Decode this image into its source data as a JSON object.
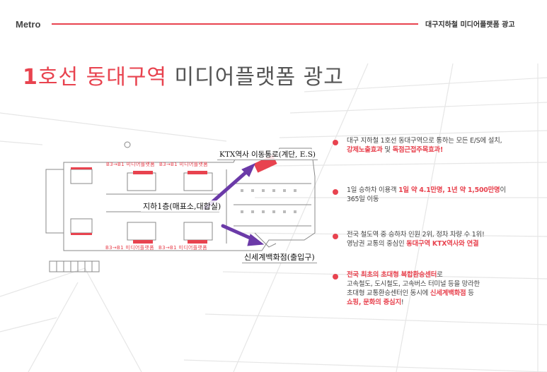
{
  "header": {
    "brand": "Metro",
    "category": "대구지하철 미디어플랫폼 광고"
  },
  "title": {
    "number": "1",
    "line_station": "호선 동대구역",
    "rest": " 미디어플랫폼 광고"
  },
  "map": {
    "label_ktx": "KTX역사 이동통로(계단, E.S)",
    "label_b1": "지하1층(매표소,대합실)",
    "label_shinsegae": "신세계백화점(출입구)",
    "platform_labels": [
      "B3→B1 미디어플랫폼",
      "B3→B1 미디어플랫폼",
      "B3→B1 미디어플랫폼",
      "B3→B1 미디어플랫폼"
    ]
  },
  "bullets": [
    {
      "line1": "대구 지하철 1호선 동대구역으로 통하는 모든 E/S에 설치,",
      "hl1": "강제노출효과",
      "mid": " 및 ",
      "hl2": "독점근접주목효과!"
    },
    {
      "pre": "1일 승하차 이용객 ",
      "hl1": "1일 약 4.1만명, 1년 약 1,500만명",
      "post": "이",
      "line2": "365일 이동"
    },
    {
      "line1": "전국 철도역 중 승하차 인원 2위, 정차 차량 수 1위!",
      "pre2": "영남권 교통의 중심인 ",
      "hl1": "동대구역 KTX역사와 연결"
    },
    {
      "hl1": "전국 최초의 초대형 복합환승센터",
      "post1": "로",
      "line2": "고속철도, 도시철도, 고속버스 터미널 등을 망라한",
      "pre3": "초대형 교통환승센터인 동시에 ",
      "hl2": "신세계백화점",
      "post3": " 등",
      "hl3": "쇼핑, 문화의 중심지",
      "post4": "!"
    }
  ],
  "colors": {
    "accent": "#e8434f",
    "arrow": "#6b3aa8",
    "text": "#444444"
  }
}
